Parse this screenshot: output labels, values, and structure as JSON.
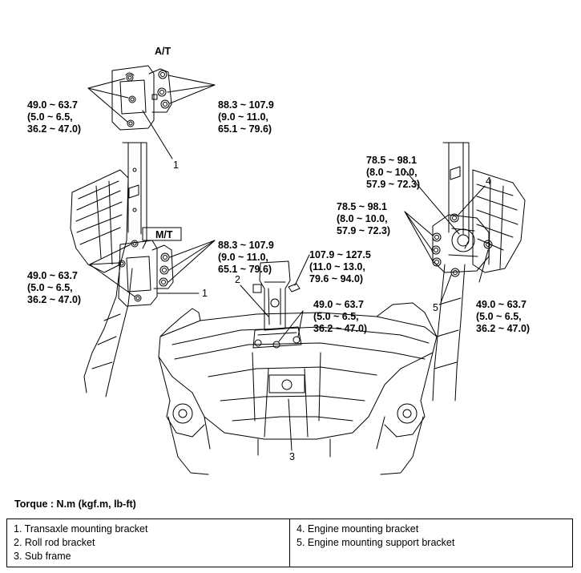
{
  "header": {
    "at_label": "A/T",
    "mt_label": "M/T"
  },
  "torque_specs": {
    "at_left": [
      "49.0 ~ 63.7",
      "(5.0 ~ 6.5,",
      "36.2 ~ 47.0)"
    ],
    "at_right": [
      "88.3 ~ 107.9",
      "(9.0 ~ 11.0,",
      "65.1 ~ 79.6)"
    ],
    "mt_left": [
      "49.0 ~ 63.7",
      "(5.0 ~ 6.5,",
      "36.2 ~ 47.0)"
    ],
    "mt_right": [
      "88.3 ~ 107.9",
      "(9.0 ~ 11.0,",
      "65.1 ~ 79.6)"
    ],
    "roll_top": [
      "107.9 ~ 127.5",
      "(11.0 ~ 13.0,",
      "79.6 ~ 94.0)"
    ],
    "roll_bottom": [
      "49.0 ~ 63.7",
      "(5.0 ~ 6.5,",
      "36.2 ~ 47.0)"
    ],
    "engine_top": [
      "78.5 ~ 98.1",
      "(8.0 ~ 10.0,",
      "57.9 ~ 72.3)"
    ],
    "engine_mid": [
      "78.5 ~ 98.1",
      "(8.0 ~ 10.0,",
      "57.9 ~ 72.3)"
    ],
    "engine_bottom": [
      "49.0 ~ 63.7",
      "(5.0 ~ 6.5,",
      "36.2 ~ 47.0)"
    ]
  },
  "callouts": {
    "n1_top": "1",
    "n1_mid": "1",
    "n2": "2",
    "n3": "3",
    "n4": "4",
    "n5": "5"
  },
  "torque_unit": "Torque : N.m (kgf.m, lb-ft)",
  "legend": {
    "left": [
      "1. Transaxle mounting bracket",
      "2. Roll rod bracket",
      "3. Sub frame"
    ],
    "right": [
      "4. Engine mounting bracket",
      "5. Engine mounting support bracket"
    ]
  }
}
